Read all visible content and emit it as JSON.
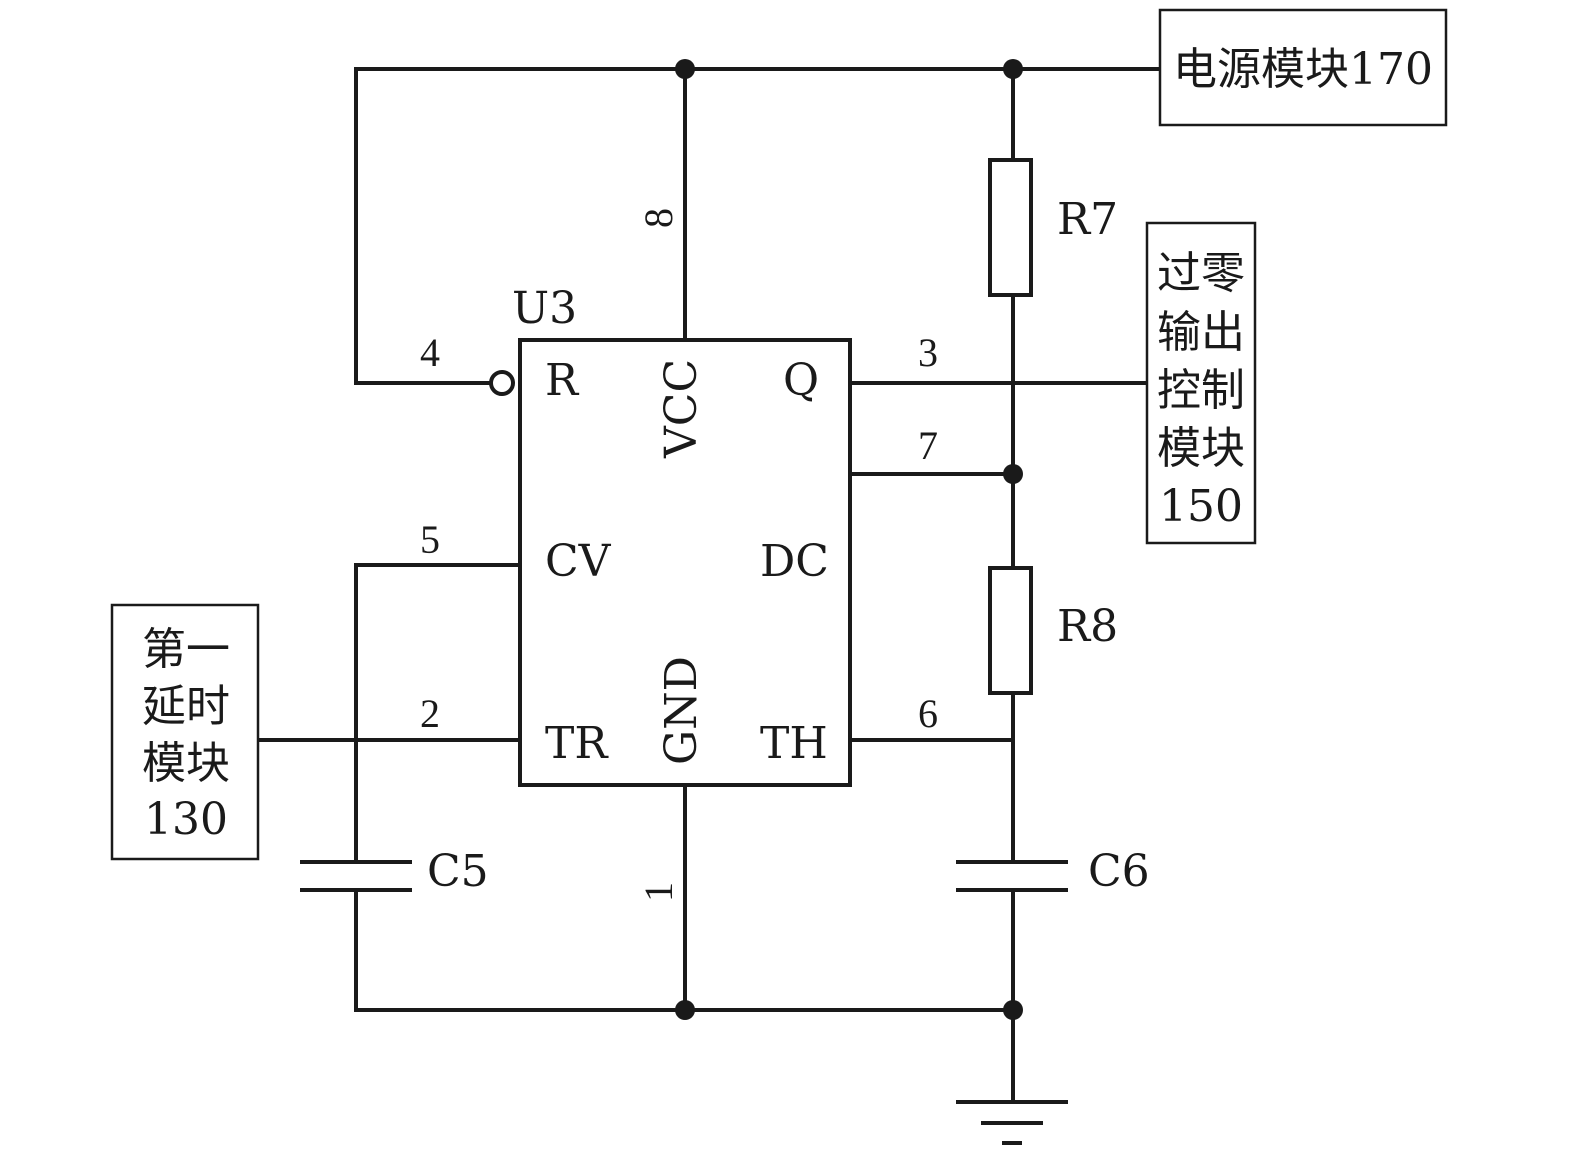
{
  "chip": {
    "ref": "U3",
    "pins": {
      "r": "R",
      "vcc": "VCC",
      "q": "Q",
      "cv": "CV",
      "dc": "DC",
      "tr": "TR",
      "gnd": "GND",
      "th": "TH"
    },
    "pin_numbers": {
      "p1": "1",
      "p2": "2",
      "p3": "3",
      "p4": "4",
      "p5": "5",
      "p6": "6",
      "p7": "7",
      "p8": "8"
    }
  },
  "components": {
    "r7": "R7",
    "r8": "R8",
    "c5": "C5",
    "c6": "C6"
  },
  "modules": {
    "power": "电源模块170",
    "zero_cross": [
      "过零",
      "输出",
      "控制",
      "模块",
      "150"
    ],
    "first_delay": [
      "第一",
      "延时",
      "模块",
      "130"
    ]
  }
}
